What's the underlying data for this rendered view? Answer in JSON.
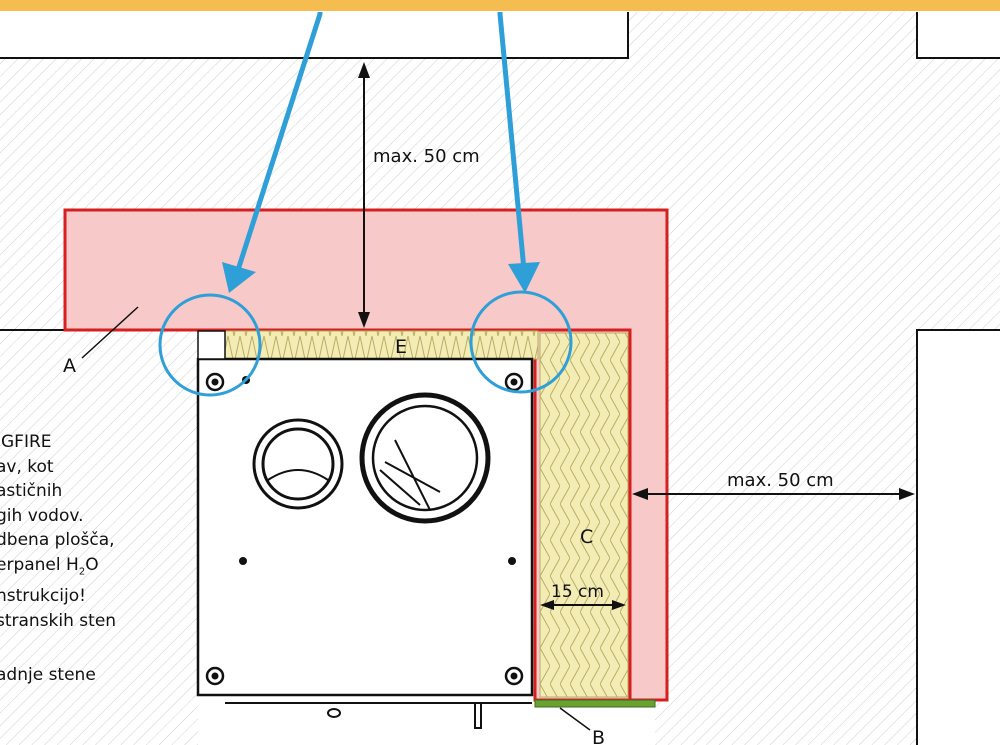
{
  "labels": {
    "A": "A",
    "B": "B",
    "C": "C",
    "E": "E",
    "dim_top": "max. 50 cm",
    "dim_right": "max. 50 cm",
    "dim_gap": "15 cm"
  },
  "side_text": {
    "line1": "IGFIRE",
    "line2": "av, kot",
    "line3": "astičnih",
    "line4": "gih vodov.",
    "line5": "dbena plošča,",
    "line6_pre": "erpanel H",
    "line6_sub": "2",
    "line6_post": "O",
    "line7": "nstrukcijo!",
    "line8": "stranskih sten",
    "line9": "adnje stene"
  },
  "colors": {
    "banner": "#f5bd4f",
    "red_fill": "#f8c9c9",
    "red_stroke": "#d42020",
    "insulation": "#f3ecb5",
    "callout_blue": "#2f9fd8",
    "green_strip": "#6aa232"
  }
}
